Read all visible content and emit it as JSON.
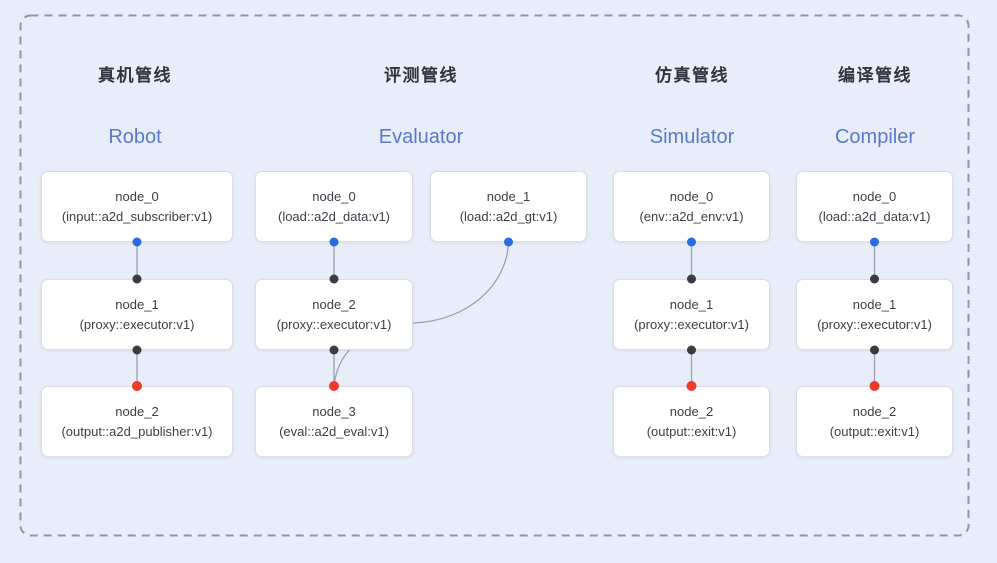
{
  "diagram": {
    "pipelines": [
      {
        "title_zh": "真机管线",
        "title_en": "Robot",
        "nodes": [
          {
            "name": "node_0",
            "type": "(input::a2d_subscriber:v1)"
          },
          {
            "name": "node_1",
            "type": "(proxy::executor:v1)"
          },
          {
            "name": "node_2",
            "type": "(output::a2d_publisher:v1)"
          }
        ]
      },
      {
        "title_zh": "评测管线",
        "title_en": "Evaluator",
        "nodes": [
          {
            "name": "node_0",
            "type": "(load::a2d_data:v1)"
          },
          {
            "name": "node_1",
            "type": "(load::a2d_gt:v1)"
          },
          {
            "name": "node_2",
            "type": "(proxy::executor:v1)"
          },
          {
            "name": "node_3",
            "type": "(eval::a2d_eval:v1)"
          }
        ]
      },
      {
        "title_zh": "仿真管线",
        "title_en": "Simulator",
        "nodes": [
          {
            "name": "node_0",
            "type": "(env::a2d_env:v1)"
          },
          {
            "name": "node_1",
            "type": "(proxy::executor:v1)"
          },
          {
            "name": "node_2",
            "type": "(output::exit:v1)"
          }
        ]
      },
      {
        "title_zh": "编译管线",
        "title_en": "Compiler",
        "nodes": [
          {
            "name": "node_0",
            "type": "(load::a2d_data:v1)"
          },
          {
            "name": "node_1",
            "type": "(proxy::executor:v1)"
          },
          {
            "name": "node_2",
            "type": "(output::exit:v1)"
          }
        ]
      }
    ],
    "colors": {
      "background": "#e9edf9",
      "box_bg": "#ffffff",
      "box_border": "#d9dde6",
      "dashed_border": "#8f96a3",
      "edge": "#9aa2b2",
      "port_output": "#2a6ce0",
      "port_input": "#3b3b40",
      "port_final": "#ee3a28",
      "title_zh": "#32333b",
      "title_en": "#5b79c8",
      "node_text": "#3d3e46"
    }
  }
}
